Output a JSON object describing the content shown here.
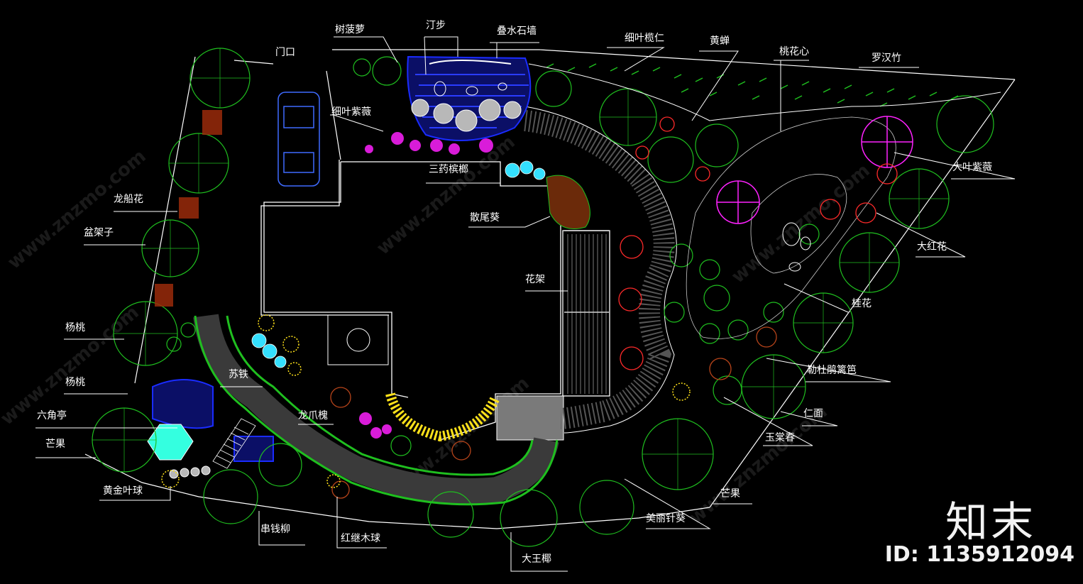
{
  "watermark": {
    "site": "www.znzmo.com",
    "brand": "知末",
    "id_text": "ID: 1135912094"
  },
  "labels": {
    "shuboluo": "树菠萝",
    "tingbu": "汀步",
    "dieshuishiqiang": "叠水石墙",
    "xiyelanren": "细叶榄仁",
    "huangchan": "黄蝉",
    "taohuaxin": "桃花心",
    "luohanzhu": "罗汉竹",
    "menkou": "门口",
    "xiyezíwei": "细叶紫薇",
    "sanyaobinlang": "三药槟榔",
    "sanweikui": "散尾葵",
    "longchuanhua": "龙船花",
    "penjiazi": "盆架子",
    "dayeziwei": "大叶紫薇",
    "dahonghua": "大红花",
    "huajia": "花架",
    "yangtao1": "杨桃",
    "yangtao2": "杨桃",
    "guihua": "桂花",
    "sutie": "苏铁",
    "leduopengguanyu": "勒杜鹃篱笆",
    "longzhuahuai": "龙爪槐",
    "liujiaoting": "六角亭",
    "renmian": "仁面",
    "mangguo1": "芒果",
    "yutangchun": "玉棠春",
    "huangjinyeqiu": "黄金叶球",
    "mangguo2": "芒果",
    "meilizhenkui": "美丽针葵",
    "chuanqianliu": "串钱柳",
    "hongjimuqiu": "红继木球",
    "dawangye": "大王椰"
  },
  "colors": {
    "tree": "#1fbf1f",
    "outline": "#ffffff",
    "water": "#1a2cff",
    "magenta": "#ff22ff",
    "red": "#ff2a2a",
    "yellow": "#ffe21a",
    "cyan": "#34e0ff",
    "paving": "#6b6b6b"
  }
}
